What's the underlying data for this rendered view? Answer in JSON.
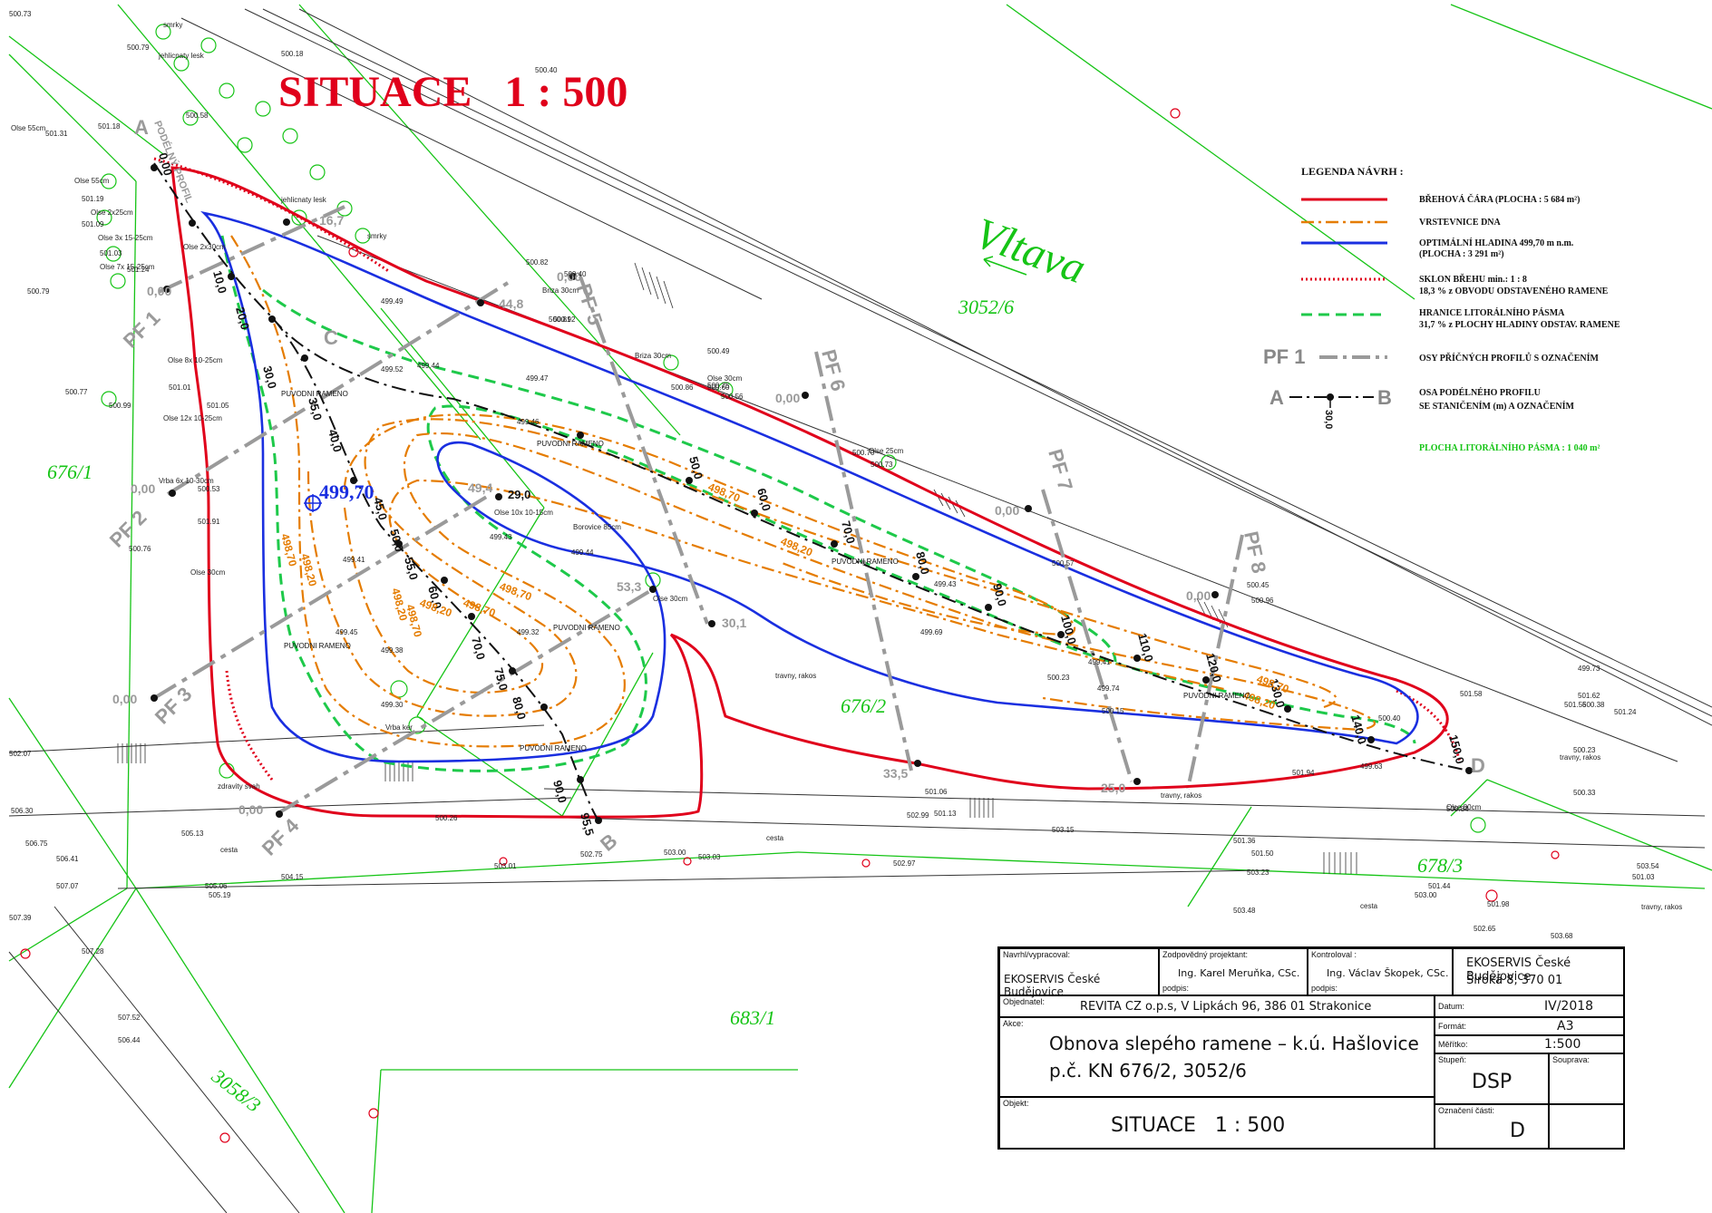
{
  "map": {
    "title": "SITUACE   1 : 500",
    "river_name": "Vltava",
    "water_level_label": "499,70",
    "parcels": [
      "3052/6",
      "676/1",
      "676/2",
      "678/3",
      "683/1",
      "3058/3"
    ],
    "profile_labels": [
      "PF 1",
      "PF 2",
      "PF 3",
      "PF 4",
      "PF 5",
      "PF 6",
      "PF 7",
      "PF 8"
    ],
    "profile_zero_labels": [
      "0,00",
      "0,00",
      "0,00",
      "0,00",
      "0,00",
      "0,00",
      "0,00",
      "0,00"
    ],
    "profile_end_labels": [
      "16,7",
      "44,8",
      "49,4",
      "53,3",
      "30,1",
      "33,5",
      "25,0"
    ],
    "long_profile_label": "PODÉLNÝ PROFIL",
    "long_profile_ends": [
      "A",
      "B",
      "C",
      "D"
    ],
    "stationing": [
      "0,00",
      "10,0",
      "20,0",
      "30,0",
      "35,0",
      "40,0",
      "45,0",
      "50,0",
      "55,0",
      "60,0",
      "70,0",
      "75,0",
      "80,0",
      "90,0",
      "95,5",
      "29,0",
      "50,0",
      "60,0",
      "70,0",
      "80,0",
      "90,0",
      "100,0",
      "110,0",
      "120,0",
      "130,0",
      "140,0",
      "150,0"
    ],
    "contour_labels": [
      "498,70",
      "498,70",
      "498,70",
      "498,20",
      "498,20",
      "498,70",
      "498,20",
      "498,70",
      "498,20",
      "498,70",
      "498,20"
    ],
    "original_channel_label": "PUVODNI RAMENO",
    "tree_labels": [
      "jehlicnaty lesk",
      "jehlicnaty lesk",
      "smrky",
      "smrky",
      "Olse 55cm",
      "Olse 55cm",
      "Olse 2x25cm",
      "Olse 3x 15-25cm",
      "Olse 2x30cm",
      "Olse 7x 15-25cm",
      "Olse 8x 10-25cm",
      "Olse 12x 10-25cm",
      "Vrba 6x 10-30cm",
      "Olse 30cm",
      "Briza 30cm",
      "Briza 30cm",
      "Olse 30cm",
      "Olse 25cm",
      "Olse 10x 10-15cm",
      "Borovice 85cm",
      "Olse 30cm",
      "Vrba ker",
      "zdravity svah",
      "travny, rakos",
      "travny, rakos",
      "travny, rakos",
      "Olse 80cm",
      "travny, rakos",
      "cesta",
      "cesta",
      "cesta"
    ],
    "spot_heights": [
      "500.73",
      "500.79",
      "500.18",
      "500.58",
      "500.40",
      "501.18",
      "501.31",
      "501.19",
      "501.09",
      "501.03",
      "501.24",
      "500.79",
      "500.77",
      "500.99",
      "501.01",
      "501.05",
      "500.53",
      "501.91",
      "500.76",
      "499.41",
      "499.45",
      "499.43",
      "499.32",
      "499.38",
      "499.30",
      "499.47",
      "499.46",
      "499.44",
      "499.49",
      "499.52",
      "500.81",
      "500.82",
      "500.40",
      "500.92",
      "500.49",
      "500.60",
      "500.75",
      "500.86",
      "500.56",
      "500.73",
      "500.70",
      "499.44",
      "499.43",
      "499.69",
      "499.41",
      "499.74",
      "500.15",
      "501.58",
      "501.56",
      "501.62",
      "499.63",
      "501.94",
      "501.06",
      "501.13",
      "500.26",
      "502.99",
      "502.75",
      "503.00",
      "503.03",
      "502.97",
      "503.01",
      "503.23",
      "503.48",
      "503.15",
      "501.36",
      "501.50",
      "503.00",
      "500.23",
      "500.33",
      "501.44",
      "501.98",
      "500.84",
      "500.57",
      "500.23",
      "500.96",
      "500.45",
      "499.73",
      "500.40",
      "500.38",
      "501.24",
      "503.54",
      "501.03",
      "502.65",
      "503.68",
      "502.07",
      "506.30",
      "506.75",
      "506.41",
      "507.07",
      "507.39",
      "507.28",
      "507.52",
      "506.44",
      "504.15",
      "505.19",
      "505.06",
      "505.13"
    ]
  },
  "legend": {
    "heading": "LEGENDA NÁVRH :",
    "items": [
      {
        "text": "BŘEHOVÁ ČÁRA (PLOCHA : 5 684 m²)",
        "color": "#e0001b",
        "style": "solid"
      },
      {
        "text": "VRSTEVNICE DNA",
        "color": "#e57c00",
        "style": "dashdot"
      },
      {
        "text": "OPTIMÁLNÍ HLADINA  499,70 m n.m.",
        "text2": "(PLOCHA : 3 291 m²)",
        "color": "#1a2fe0",
        "style": "solid"
      },
      {
        "text": "SKLON BŘEHU  min.: 1 : 8",
        "text2": "18,3 % z OBVODU ODSTAVENÉHO RAMENE",
        "color": "#e0001b",
        "style": "dotted"
      },
      {
        "text": "HRANICE LITORÁLNÍHO PÁSMA",
        "text2": "31,7 % z PLOCHY HLADINY ODSTAV. RAMENE",
        "color": "#1ec94a",
        "style": "dashed"
      },
      {
        "text": "OSY PŘÍČNÝCH PROFILŮ S OZNAČENÍM",
        "symbol": "PF 1",
        "color": "#9a9a9a",
        "style": "dashdot"
      },
      {
        "text": "OSA PODÉLNÉHO PROFILU",
        "text2": "SE STANIČENÍM (m) A OZNAČENÍM",
        "symbol_a": "A",
        "symbol_b": "B",
        "symbol_num": "30,0",
        "color": "#111111",
        "style": "dashdot"
      }
    ],
    "area_note": "PLOCHA LITORÁLNÍHO PÁSMA : 1 040 m²"
  },
  "titleblock": {
    "designer_label": "Navrhl/vypracoval:",
    "designer": "EKOSERVIS České Budějovice",
    "responsible_label": "Zodpovědný projektant:",
    "responsible": "Ing. Karel Meruňka, CSc.",
    "responsible_sign": "podpis:",
    "checker_label": "Kontroloval :",
    "checker": "Ing. Václav Škopek, CSc.",
    "checker_sign": "podpis:",
    "company": "EKOSERVIS České Budějovice",
    "company_addr": "Široká 8, 370 01",
    "client_label": "Objednatel:",
    "client": "REVITA CZ o.p.s, V Lipkách 96, 386 01 Strakonice",
    "date_label": "Datum:",
    "date": "IV/2018",
    "action_label": "Akce:",
    "action_line1": "Obnova slepého ramene – k.ú. Hašlovice",
    "action_line2": "p.č. KN 676/2, 3052/6",
    "format_label": "Formát:",
    "format": "A3",
    "scale_label": "Měřítko:",
    "scale": "1:500",
    "stage_label": "Stupeň:",
    "stage": "DSP",
    "set_label": "Souprava:",
    "object_label": "Objekt:",
    "object": "SITUACE   1 : 500",
    "part_label": "Označení části:",
    "part": "D"
  },
  "colors": {
    "shoreline": "#e0001b",
    "contour": "#e57c00",
    "water": "#1a2fe0",
    "litoral": "#1ec94a",
    "cadastre": "#16c416",
    "profile_axis": "#9a9a9a"
  }
}
